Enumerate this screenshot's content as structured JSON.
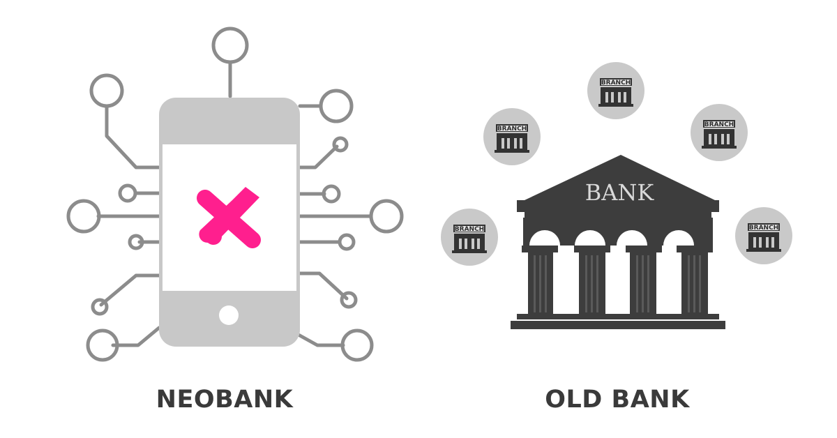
{
  "left_panel": {
    "caption": "NEOBANK",
    "logo": "neobank-x-logo",
    "icon": "smartphone-circuit-icon",
    "accent_color": "#ff1f8e",
    "line_color": "#8c8c8c",
    "phone_color": "#c8c8c8"
  },
  "right_panel": {
    "caption": "OLD BANK",
    "bank_label": "BANK",
    "branch_label": "BRANCH",
    "icon": "bank-building-icon",
    "building_color": "#3d3d3d",
    "branch_circle_color": "#c9c9c9"
  }
}
